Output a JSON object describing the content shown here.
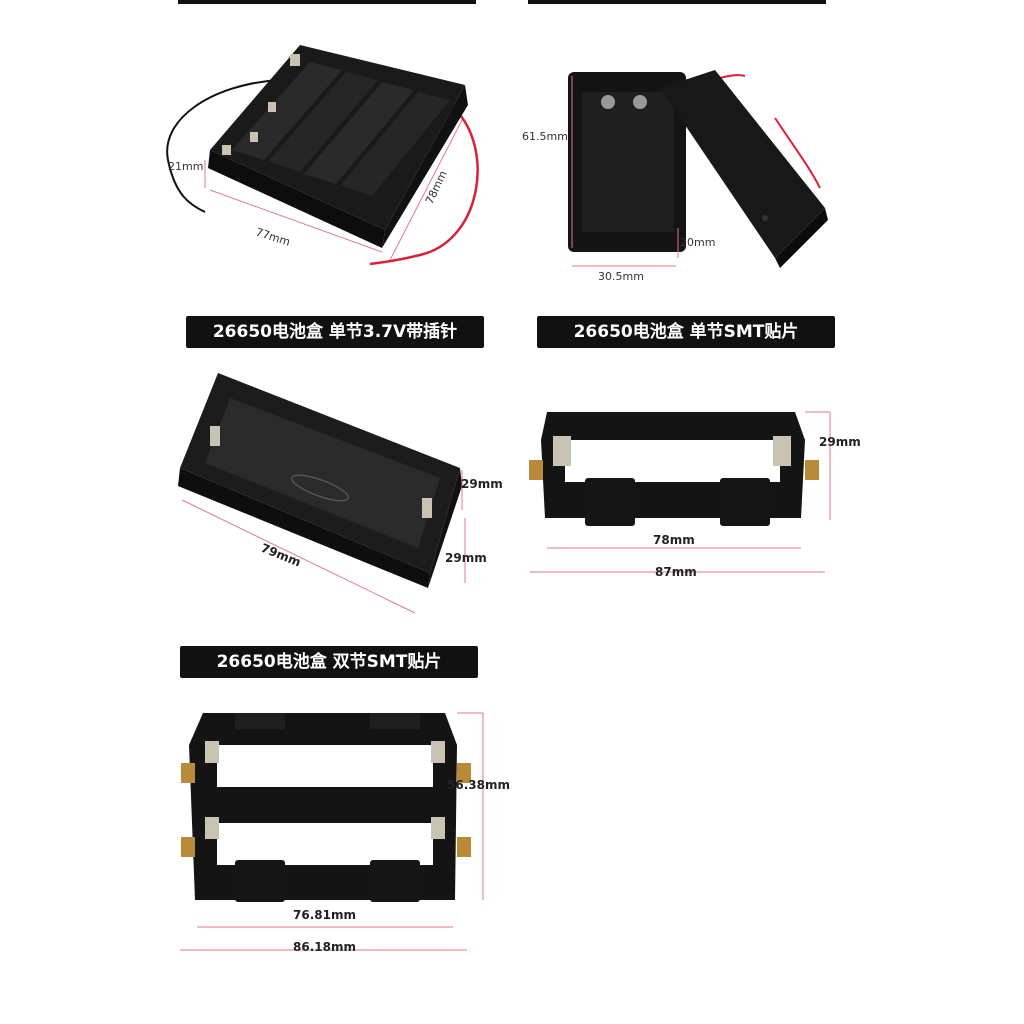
{
  "labels": {
    "single_pin": "26650电池盒 单节3.7V带插针",
    "single_smt": "26650电池盒 单节SMT贴片",
    "double_smt": "26650电池盒 双节SMT贴片"
  },
  "quad_box": {
    "height": "21mm",
    "width": "78mm",
    "length": "77mm"
  },
  "covered_box": {
    "height": "61.5mm",
    "width": "30.5mm",
    "depth": "20mm"
  },
  "single_pin_box": {
    "height1": "29mm",
    "height2": "29mm",
    "length": "79mm"
  },
  "single_smt_box": {
    "height": "29mm",
    "inner": "78mm",
    "outer": "87mm"
  },
  "double_smt_box": {
    "height": "56.38mm",
    "inner": "76.81mm",
    "outer": "86.18mm"
  },
  "colors": {
    "label_bg": "#111111",
    "dim_line": "#e07a8a",
    "wire_red": "#d8223a",
    "plastic": "#151515",
    "contact": "#c9c3b3"
  }
}
